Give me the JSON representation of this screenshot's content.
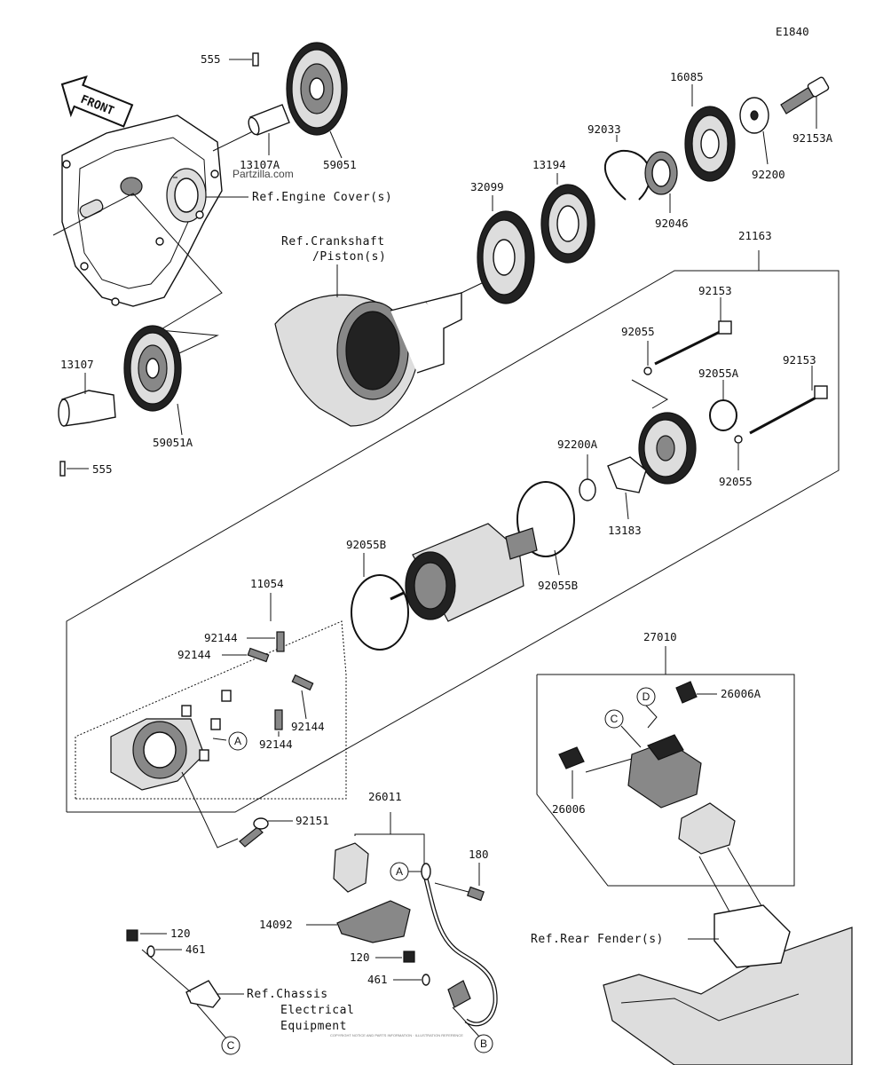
{
  "diagram_code": "E1840",
  "watermark": "Partzilla.com",
  "front_label": "FRONT",
  "footer_text": "COPYRIGHT NOTICE AND PARTS INFORMATION · ILLUSTRATION REFERENCE",
  "parts": {
    "p555_top": "555",
    "p59051": "59051",
    "p13107A": "13107A",
    "p16085": "16085",
    "p92153A": "92153A",
    "p92033": "92033",
    "p92200": "92200",
    "p13194": "13194",
    "p32099": "32099",
    "p92046": "92046",
    "p21163": "21163",
    "p92153_a": "92153",
    "p92055_a": "92055",
    "p92055A": "92055A",
    "p92153_b": "92153",
    "p13107": "13107",
    "p59051A": "59051A",
    "p555_bot": "555",
    "p92200A": "92200A",
    "p92055_b": "92055",
    "p13183": "13183",
    "p92055B_a": "92055B",
    "p92055B_b": "92055B",
    "p11054": "11054",
    "p92144_a": "92144",
    "p92144_b": "92144",
    "p92144_c": "92144",
    "p92144_d": "92144",
    "p27010": "27010",
    "p26006A": "26006A",
    "p26006": "26006",
    "p92151": "92151",
    "p26011": "26011",
    "p180": "180",
    "p14092": "14092",
    "p120_a": "120",
    "p461_a": "461",
    "p120_b": "120",
    "p461_b": "461"
  },
  "refs": {
    "engine_cover": "Ref.Engine Cover(s)",
    "crankshaft_1": "Ref.Crankshaft",
    "crankshaft_2": "/Piston(s)",
    "rear_fender": "Ref.Rear Fender(s)",
    "chassis_1": "Ref.Chassis",
    "chassis_2": "Electrical",
    "chassis_3": "Equipment"
  },
  "callouts": {
    "A1": "A",
    "A2": "A",
    "B1": "B",
    "C1": "C",
    "C2": "C",
    "D1": "D"
  }
}
